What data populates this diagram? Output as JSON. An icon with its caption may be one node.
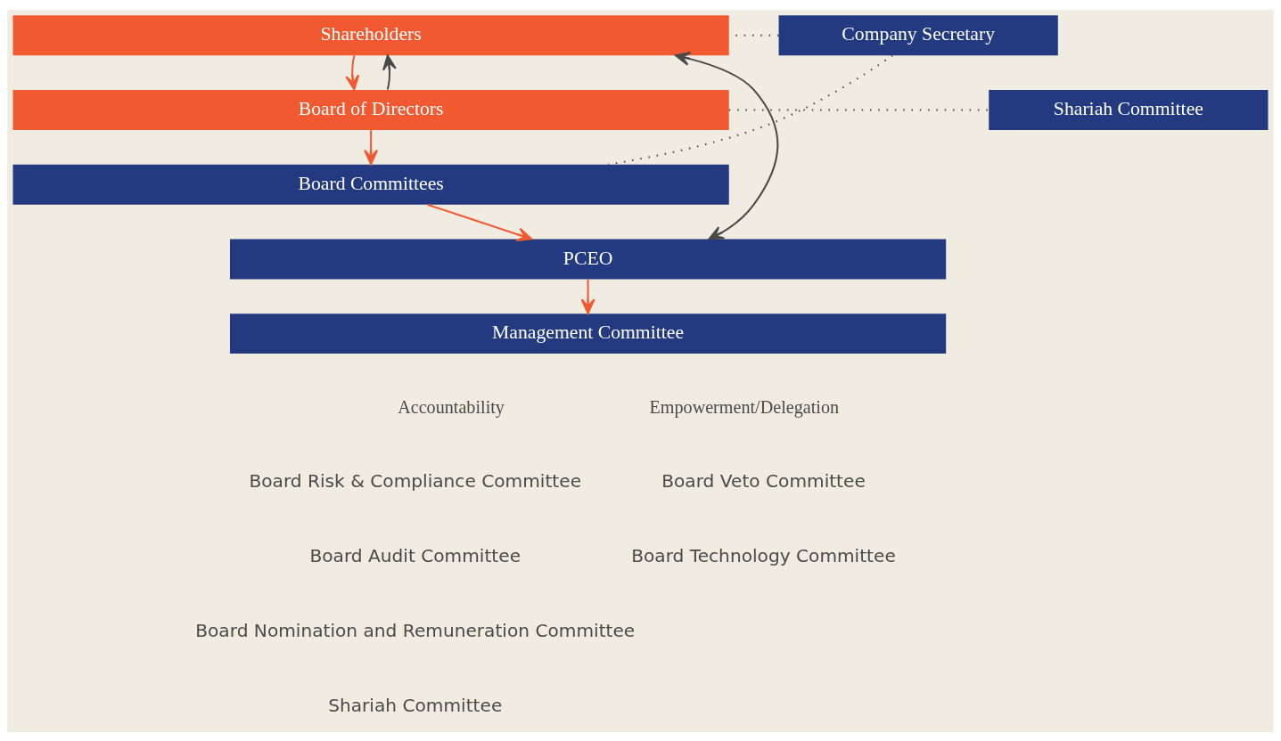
{
  "diagram": {
    "nodes": [
      {
        "text": [
          "Shareholders"
        ]
      },
      {
        "text": [
          "Board of Directors"
        ]
      },
      {
        "text": [
          "Shariah Committee"
        ]
      },
      {
        "text": [
          "Company Secretary"
        ]
      },
      {
        "text": [
          "Board Committees"
        ]
      },
      {
        "text": [
          "PCEO"
        ]
      },
      {
        "text": [
          "Management Committee"
        ]
      }
    ],
    "edges": [
      {
        "from": 0,
        "to": 1,
        "arrow": "to",
        "color": "#f15a31"
      },
      {
        "from": 1,
        "to": 0,
        "arrow": "to",
        "color": "#4a4a4a"
      },
      {
        "from": 1,
        "to": 2,
        "arrow": "none",
        "style": "dashed",
        "color": "#4a4a4a"
      },
      {
        "from": 1,
        "to": 4,
        "arrow": "to",
        "color": "#f15a31"
      },
      {
        "from": 3,
        "to": 4,
        "arrow": "none",
        "style": "dashed",
        "color": "#4a4a4a"
      },
      {
        "from": 3,
        "to": 0,
        "arrow": "none",
        "style": "dashed",
        "color": "#4a4a4a"
      },
      {
        "from": 5,
        "to": 0,
        "arrow": "both",
        "color": "#4a4a4a"
      },
      {
        "from": 4,
        "to": 5,
        "arrow": "to",
        "color": "#f15a31"
      },
      {
        "from": 5,
        "to": 6,
        "arrow": "to",
        "color": "#f15a31"
      }
    ],
    "labels": [
      "Accountability",
      "Board Risk & Compliance Committee",
      "Board Audit Committee",
      "Board Nomination and Remuneration Committee",
      "Shariah Committee",
      "Empowerment/Delegation",
      "Board Veto Committee",
      "Board Technology Committee"
    ]
  }
}
